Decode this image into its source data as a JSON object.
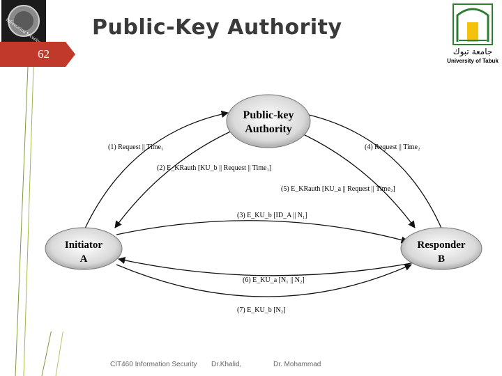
{
  "slide": {
    "title": "Public-Key Authority",
    "number": "62"
  },
  "logo_left": {
    "alt_text": "Information Security",
    "icon": "globe-lock-icon"
  },
  "logo_right": {
    "arabic": "جامعة تبوك",
    "english": "University of Tabuk",
    "icon": "university-emblem-icon"
  },
  "diagram": {
    "authority": {
      "line1": "Public-key",
      "line2": "Authority"
    },
    "initiator": {
      "line1": "Initiator",
      "line2": "A"
    },
    "responder": {
      "line1": "Responder",
      "line2": "B"
    },
    "messages": {
      "m1": "(1)  Request || Time₁",
      "m2": "(2) E_KRauth [KU_b || Request || Time₁]",
      "m3": "(3) E_KU_b [ID_A || N₁]",
      "m4": "(4)  Request || Time₂",
      "m5": "(5) E_KRauth [KU_a || Request || Time₂]",
      "m6": "(6) E_KU_a [N₁ || N₂]",
      "m7": "(7) E_KU_b [N₂]"
    }
  },
  "footer": {
    "course": "CIT460 Information Security",
    "author1": "Dr.Khalid,",
    "author2": "Dr. Mohammad"
  }
}
